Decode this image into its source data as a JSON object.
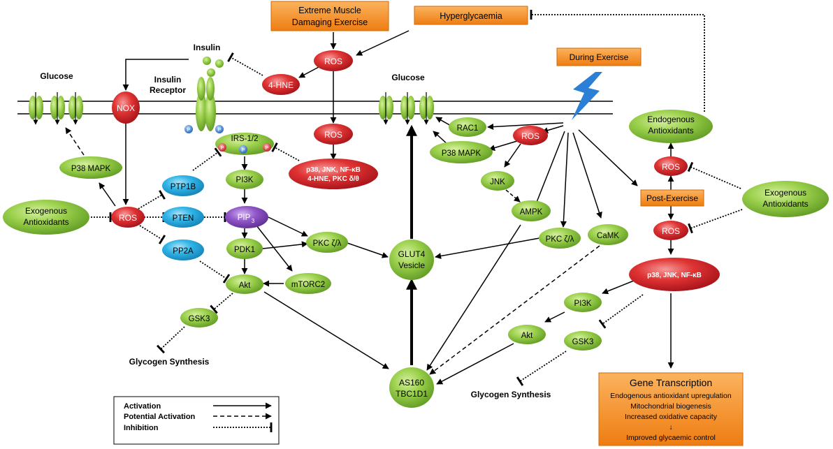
{
  "labels": {
    "glucose_left": "Glucose",
    "glucose_right": "Glucose",
    "insulin": "Insulin",
    "insulin_receptor_1": "Insulin",
    "insulin_receptor_2": "Receptor",
    "glycogen_left": "Glycogen Synthesis",
    "glycogen_right": "Glycogen Synthesis",
    "phospho": "P"
  },
  "orange_boxes": {
    "extreme_exercise_1": "Extreme Muscle",
    "extreme_exercise_2": "Damaging Exercise",
    "hyperglycaemia": "Hyperglycaemia",
    "during_exercise": "During Exercise",
    "post_exercise": "Post-Exercise"
  },
  "gene_transcription": {
    "title": "Gene Transcription",
    "lines": [
      "Endogenous antioxidant upregulation",
      "Mitochondrial biogenesis",
      "Increased oxidative capacity",
      "↓",
      "Improved glycaemic control"
    ]
  },
  "nodes": {
    "nox": "NOX",
    "ros_top": "ROS",
    "hne": "4-HNE",
    "ros_mid": "ROS",
    "p38_complex_1": "p38, JNK, NF-κB",
    "p38_complex_2": "4-HNE, PKC δ/θ",
    "irs": "IRS-1/2",
    "pi3k_left": "PI3K",
    "pip3": "PIP",
    "pip3_sub": "3",
    "pdk1": "PDK1",
    "akt_left": "Akt",
    "mtorc2": "mTORC2",
    "pkc_left": "PKC ζ/λ",
    "gsk3_left": "GSK3",
    "ptp1b": "PTP1B",
    "pten": "PTEN",
    "pp2a": "PP2A",
    "ros_left": "ROS",
    "p38mapk_left": "P38 MAPK",
    "exo_left_1": "Exogenous",
    "exo_left_2": "Antioxidants",
    "glut4_1": "GLUT4",
    "glut4_2": "Vesicle",
    "as160_1": "AS160",
    "as160_2": "TBC1D1",
    "rac1": "RAC1",
    "ros_right_ex": "ROS",
    "p38mapk_right": "P38 MAPK",
    "jnk": "JNK",
    "ampk": "AMPK",
    "pkc_right": "PKC ζ/λ",
    "camk": "CaMK",
    "endo_1": "Endogenous",
    "endo_2": "Antioxidants",
    "ros_post_top": "ROS",
    "exo_right_1": "Exogenous",
    "exo_right_2": "Antioxidants",
    "ros_post": "ROS",
    "p38_post": "p38, JNK, NF-κB",
    "pi3k_right": "PI3K",
    "akt_right": "Akt",
    "gsk3_right": "GSK3"
  },
  "legend": {
    "activation": "Activation",
    "potential": "Potential Activation",
    "inhibition": "Inhibition"
  },
  "colors": {
    "green": "#8ec63f",
    "red": "#d9232b",
    "blue": "#27aae1",
    "purple": "#8a4fbf",
    "orange": "#f5891f",
    "lightning": "#2b7fd4"
  }
}
